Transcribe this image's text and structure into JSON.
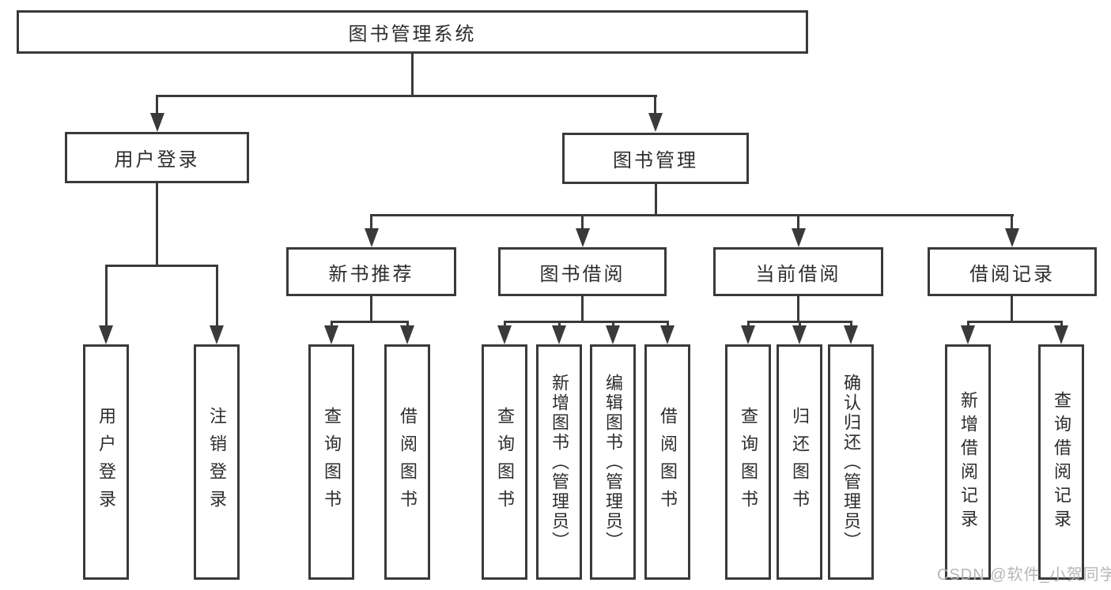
{
  "diagram": {
    "root": {
      "label": "图书管理系统"
    },
    "branches": [
      {
        "label": "用户登录",
        "children": [
          {
            "label": "用户登录"
          },
          {
            "label": "注销登录"
          }
        ]
      },
      {
        "label": "图书管理",
        "children": [
          {
            "label": "新书推荐",
            "children": [
              {
                "label": "查询图书"
              },
              {
                "label": "借阅图书"
              }
            ]
          },
          {
            "label": "图书借阅",
            "children": [
              {
                "label": "查询图书"
              },
              {
                "label": "新增图书（管理员）"
              },
              {
                "label": "编辑图书（管理员）"
              },
              {
                "label": "借阅图书"
              }
            ]
          },
          {
            "label": "当前借阅",
            "children": [
              {
                "label": "查询图书"
              },
              {
                "label": "归还图书"
              },
              {
                "label": "确认归还（管理员）"
              }
            ]
          },
          {
            "label": "借阅记录",
            "children": [
              {
                "label": "新增借阅记录"
              },
              {
                "label": "查询借阅记录"
              }
            ]
          }
        ]
      }
    ]
  },
  "watermark": {
    "text": "CSDN @软件_小贺同学"
  },
  "colors": {
    "line": "#3a3a3a",
    "box_border": "#3a3a3a",
    "text": "#2d2d2d",
    "watermark": "#b2b2b2",
    "background": "#ffffff"
  }
}
